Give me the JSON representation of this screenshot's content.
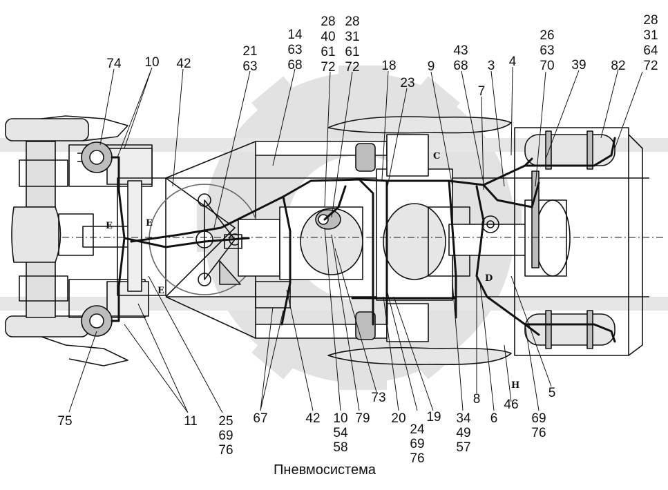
{
  "caption": "Пневмосистема",
  "section_marks": {
    "e1": "E",
    "e2": "E",
    "e3": "E",
    "c": "C",
    "d": "D",
    "h": "H"
  },
  "callouts": {
    "c74": [
      "74"
    ],
    "c10a": [
      "10"
    ],
    "c42a": [
      "42"
    ],
    "c21": [
      "21",
      "63"
    ],
    "c14": [
      "14",
      "63",
      "68"
    ],
    "c28a": [
      "28",
      "40",
      "61",
      "72"
    ],
    "c28b": [
      "28",
      "31",
      "61",
      "72"
    ],
    "c18": [
      "18"
    ],
    "c23": [
      "23"
    ],
    "c9": [
      "9"
    ],
    "c43": [
      "43",
      "68"
    ],
    "c3": [
      "3"
    ],
    "c7": [
      "7"
    ],
    "c4": [
      "4"
    ],
    "c26": [
      "26",
      "63",
      "70"
    ],
    "c39": [
      "39"
    ],
    "c82": [
      "82"
    ],
    "c28c": [
      "28",
      "31",
      "64",
      "72"
    ],
    "c75": [
      "75"
    ],
    "c11": [
      "11"
    ],
    "c25": [
      "25",
      "69",
      "76"
    ],
    "c67": [
      "67"
    ],
    "c42b": [
      "42"
    ],
    "c10b": [
      "10",
      "54",
      "58"
    ],
    "c79": [
      "79"
    ],
    "c73": [
      "73"
    ],
    "c20": [
      "20"
    ],
    "c24": [
      "24",
      "69",
      "76"
    ],
    "c19": [
      "19"
    ],
    "c34": [
      "34",
      "49",
      "57"
    ],
    "c8": [
      "8"
    ],
    "c6": [
      "6"
    ],
    "c46": [
      "46"
    ],
    "c69": [
      "69",
      "76"
    ],
    "c5": [
      "5"
    ]
  },
  "colors": {
    "line": "#111111",
    "fill_light": "#e6e6e6",
    "fill_mid": "#bdbdbd",
    "watermark": "#dcdcdc"
  }
}
